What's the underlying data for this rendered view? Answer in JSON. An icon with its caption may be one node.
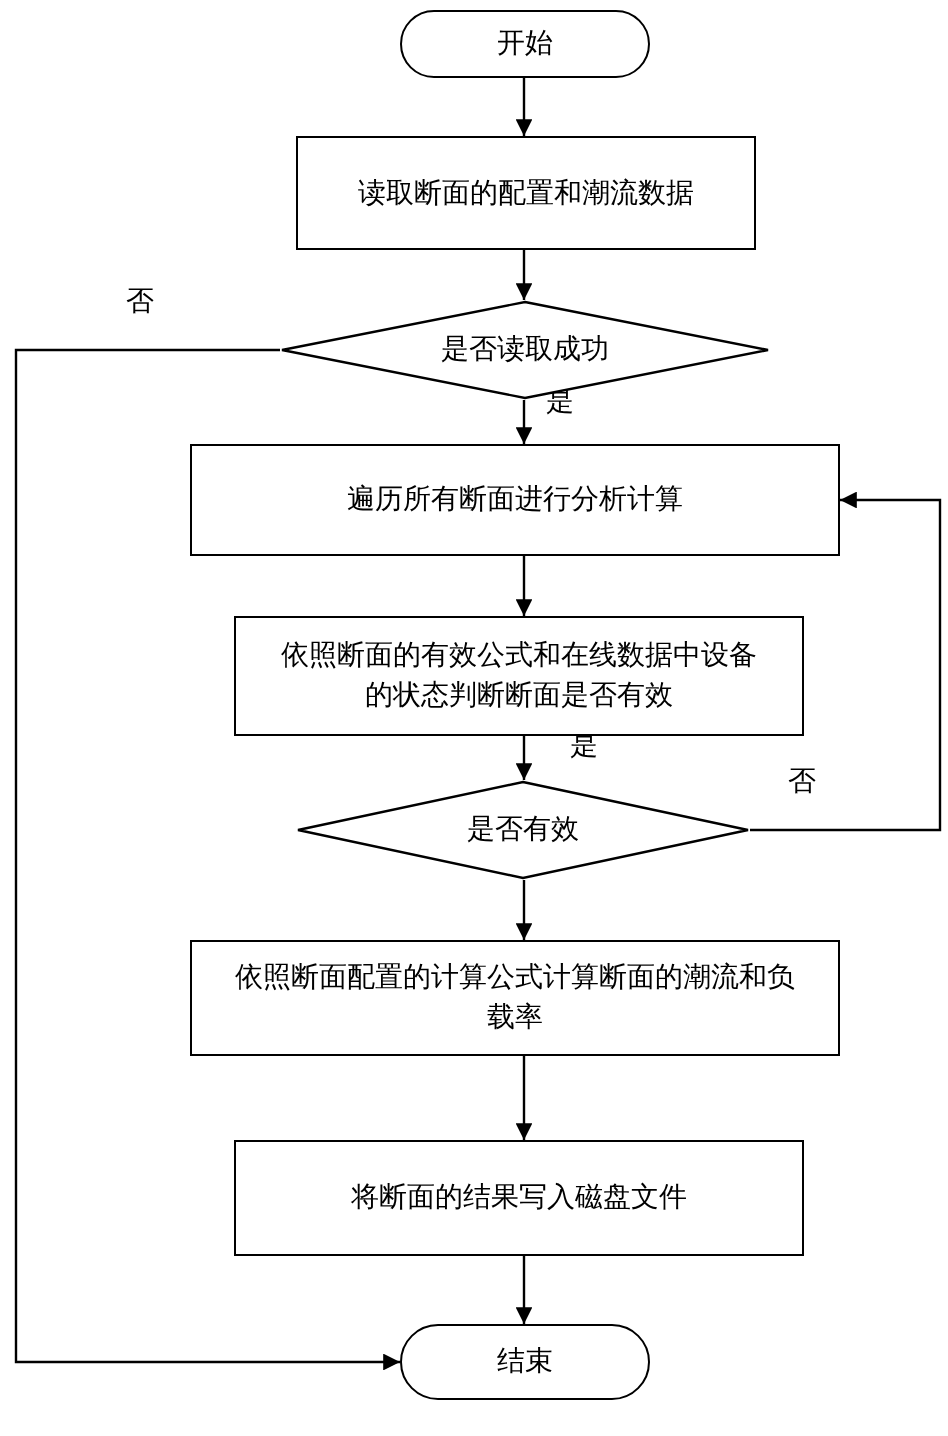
{
  "diagram": {
    "nodes": [
      {
        "text": [
          "开始"
        ]
      },
      {
        "text": [
          "读取断面的配置和潮流数据"
        ]
      },
      {
        "text": [
          "是否读取成功"
        ]
      },
      {
        "text": [
          "遍历所有断面进行分析计算"
        ]
      },
      {
        "text": [
          "依照断面的有效公式和在线数据中设备的状态判断断面是否有效"
        ]
      },
      {
        "text": [
          "是否有效"
        ]
      },
      {
        "text": [
          "依照断面配置的计算公式计算断面的潮流和负载率"
        ]
      },
      {
        "text": [
          "将断面的结果写入磁盘文件"
        ]
      },
      {
        "text": [
          "结束"
        ]
      }
    ],
    "edges": [
      {
        "from": 0,
        "to": 1,
        "arrow": "to"
      },
      {
        "from": 1,
        "to": 2,
        "arrow": "to"
      },
      {
        "from": 2,
        "to": 3,
        "arrow": "to",
        "label": "是"
      },
      {
        "from": 2,
        "to": 8,
        "arrow": "to",
        "label": "否"
      },
      {
        "from": 3,
        "to": 4,
        "arrow": "to"
      },
      {
        "from": 4,
        "to": 5,
        "arrow": "to"
      },
      {
        "from": 5,
        "to": 6,
        "arrow": "to",
        "label": "是"
      },
      {
        "from": 5,
        "to": 3,
        "arrow": "to",
        "label": "否"
      },
      {
        "from": 6,
        "to": 7,
        "arrow": "to"
      },
      {
        "from": 7,
        "to": 8,
        "arrow": "to"
      }
    ]
  }
}
